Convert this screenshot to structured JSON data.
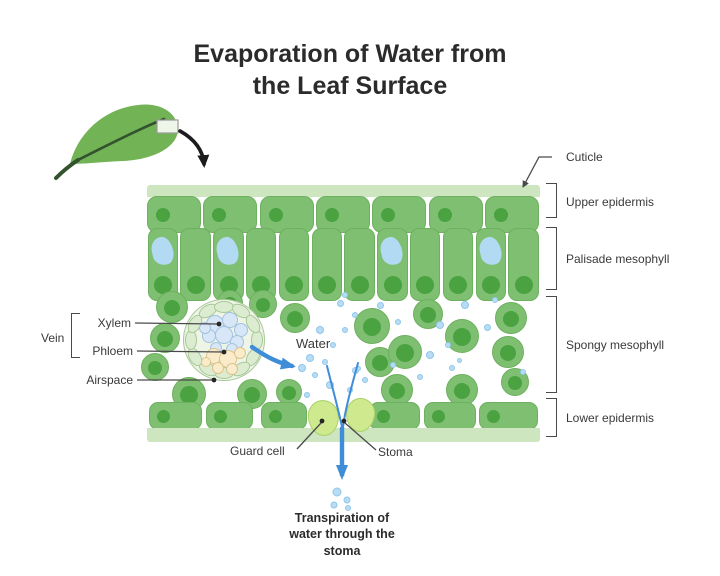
{
  "title": {
    "line1": "Evaporation of Water from",
    "line2": "the Leaf Surface"
  },
  "layer_labels": [
    {
      "label": "Cuticle"
    },
    {
      "label": "Upper epidermis"
    },
    {
      "label": "Palisade mesophyll"
    },
    {
      "label": "Spongy mesophyll"
    },
    {
      "label": "Lower epidermis"
    }
  ],
  "vein_labels": {
    "vein": "Vein",
    "xylem": "Xylem",
    "phloem": "Phloem",
    "airspace": "Airspace"
  },
  "annotations": {
    "water": "Water",
    "guard_cell": "Guard cell",
    "stoma": "Stoma"
  },
  "caption": {
    "lines": [
      "Transpiration of",
      "water through the",
      "stoma"
    ]
  },
  "colors": {
    "cell_green": "#7fbf71",
    "cell_edge": "#6db05f",
    "nucleus_green": "#4aa241",
    "cuticle_green": "#cde6bf",
    "guard_cell_green": "#cfe98e",
    "guard_cell_edge": "#a9d168",
    "vein_ring_fill": "#eef5e7",
    "vein_cell_fill": "#dcecd0",
    "vein_cell_edge": "#a8c898",
    "xylem_blue": "#d7e7f7",
    "xylem_edge": "#a3c2e1",
    "phloem_cream": "#faeccb",
    "phloem_edge": "#ddc38c",
    "water_droplet": "#b8dcf4",
    "droplet_edge": "#8ec7ec",
    "water_blob": "#b3daf3",
    "arrow_blue": "#3f8cd9",
    "leaf_green": "#72b356",
    "leaf_vein_dark": "#33522e",
    "line_gray": "#4a4a4a",
    "text_dark": "#2b2b2b",
    "label_gray": "#3a3a3a"
  }
}
